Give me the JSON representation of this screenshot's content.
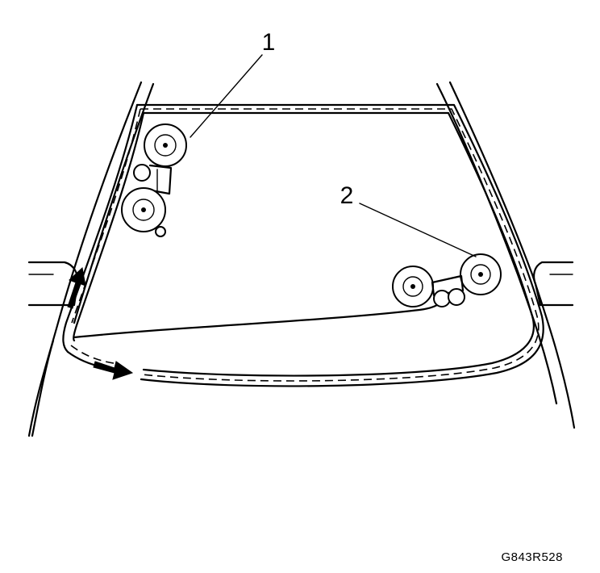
{
  "callouts": [
    {
      "id": "1",
      "label": "1"
    },
    {
      "id": "2",
      "label": "2"
    }
  ],
  "figure_code": "G843R528"
}
